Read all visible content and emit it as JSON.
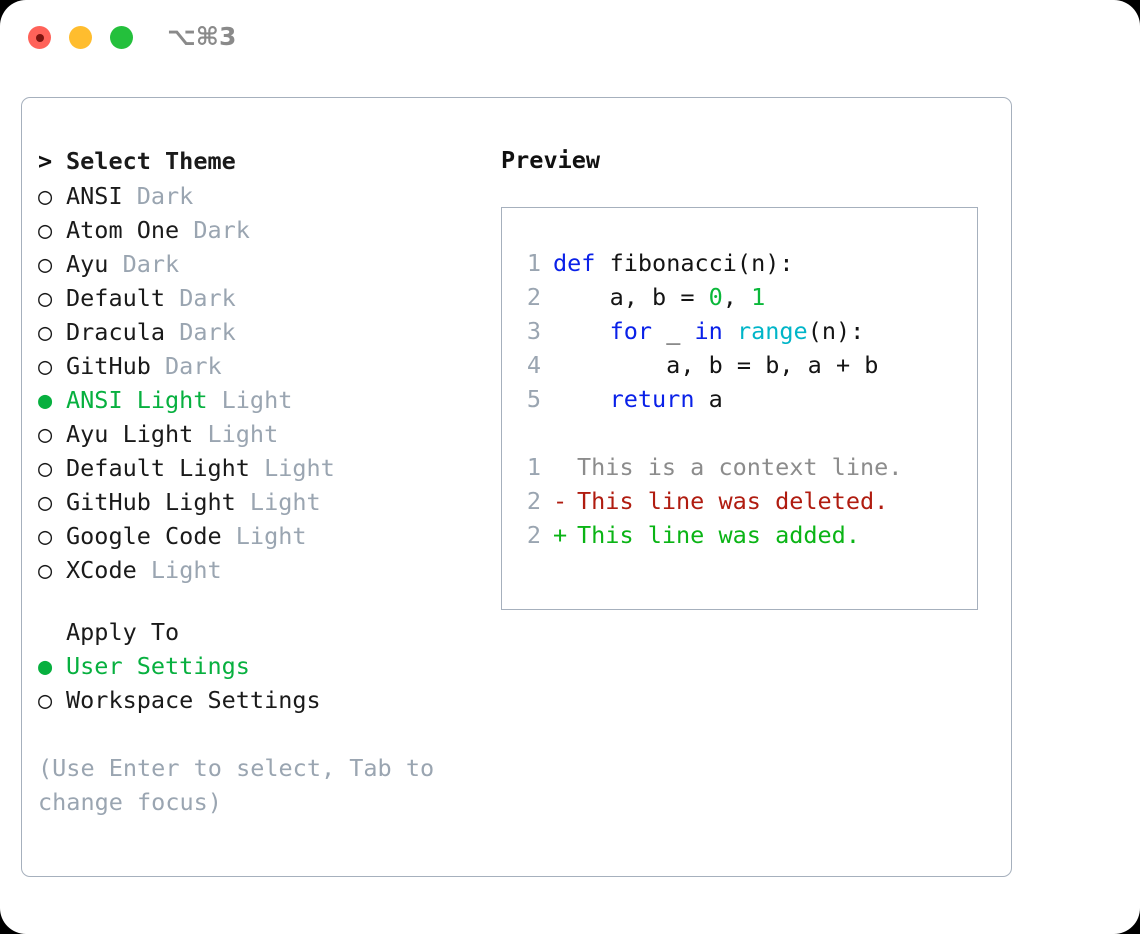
{
  "window": {
    "traffic_lights": [
      "close",
      "minimize",
      "maximize"
    ],
    "shortcut_label": "⌥⌘3",
    "colors": {
      "red": "#ff6259",
      "yellow": "#ffbd2e",
      "green": "#24c03c",
      "accent_green": "#07b03f",
      "muted": "#9aa5b1",
      "border": "#a6b0bd"
    }
  },
  "theme_picker": {
    "caret": ">",
    "title": "Select Theme",
    "bullet_unselected": "○",
    "bullet_selected": "●",
    "items": [
      {
        "name": "ANSI",
        "variant": "Dark",
        "selected": false
      },
      {
        "name": "Atom One",
        "variant": "Dark",
        "selected": false
      },
      {
        "name": "Ayu",
        "variant": "Dark",
        "selected": false
      },
      {
        "name": "Default",
        "variant": "Dark",
        "selected": false
      },
      {
        "name": "Dracula",
        "variant": "Dark",
        "selected": false
      },
      {
        "name": "GitHub",
        "variant": "Dark",
        "selected": false
      },
      {
        "name": "ANSI Light",
        "variant": "Light",
        "selected": true
      },
      {
        "name": "Ayu Light",
        "variant": "Light",
        "selected": false
      },
      {
        "name": "Default Light",
        "variant": "Light",
        "selected": false
      },
      {
        "name": "GitHub Light",
        "variant": "Light",
        "selected": false
      },
      {
        "name": "Google Code",
        "variant": "Light",
        "selected": false
      },
      {
        "name": "XCode",
        "variant": "Light",
        "selected": false
      }
    ]
  },
  "apply_to": {
    "title": "Apply To",
    "options": [
      {
        "label": "User Settings",
        "selected": true
      },
      {
        "label": "Workspace Settings",
        "selected": false
      }
    ]
  },
  "hint": "(Use Enter to select, Tab to change focus)",
  "preview": {
    "title": "Preview",
    "code_lines": [
      {
        "n": "1",
        "tokens": [
          {
            "t": "def",
            "c": "kw"
          },
          {
            "t": " fibonacci(n):",
            "c": "pl"
          }
        ]
      },
      {
        "n": "2",
        "tokens": [
          {
            "t": "    a, b = ",
            "c": "pl"
          },
          {
            "t": "0",
            "c": "num"
          },
          {
            "t": ", ",
            "c": "pl"
          },
          {
            "t": "1",
            "c": "num"
          }
        ]
      },
      {
        "n": "3",
        "tokens": [
          {
            "t": "    ",
            "c": "pl"
          },
          {
            "t": "for",
            "c": "kw"
          },
          {
            "t": " _ ",
            "c": "pl"
          },
          {
            "t": "in",
            "c": "kw"
          },
          {
            "t": " ",
            "c": "pl"
          },
          {
            "t": "range",
            "c": "fn"
          },
          {
            "t": "(n):",
            "c": "pl"
          }
        ]
      },
      {
        "n": "4",
        "tokens": [
          {
            "t": "        a, b = b, a + b",
            "c": "pl"
          }
        ]
      },
      {
        "n": "5",
        "tokens": [
          {
            "t": "    ",
            "c": "pl"
          },
          {
            "t": "return",
            "c": "kw"
          },
          {
            "t": " a",
            "c": "pl"
          }
        ]
      }
    ],
    "diff_lines": [
      {
        "n": "1",
        "marker": " ",
        "text": "This is a context line.",
        "kind": "ctx"
      },
      {
        "n": "2",
        "marker": "-",
        "text": "This line was deleted.",
        "kind": "del"
      },
      {
        "n": "2",
        "marker": "+",
        "text": "This line was added.",
        "kind": "add"
      }
    ]
  }
}
